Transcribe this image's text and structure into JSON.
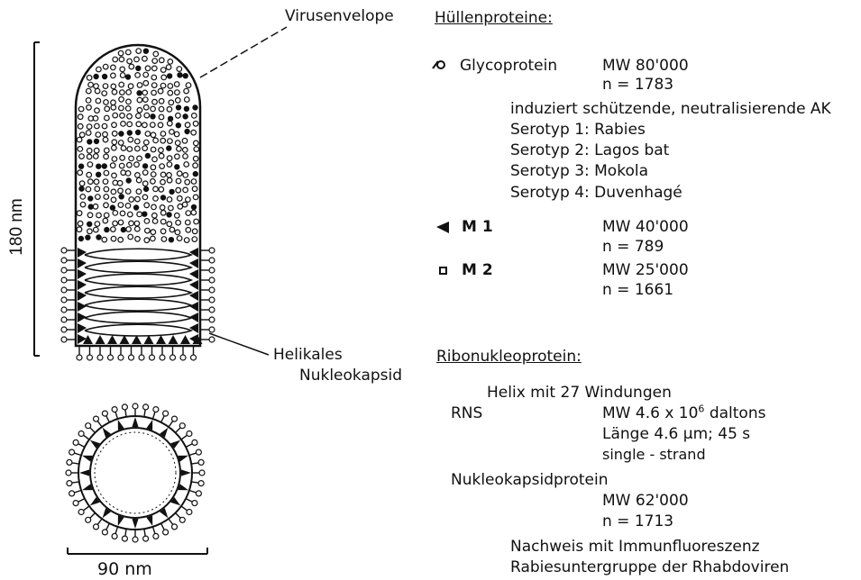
{
  "labels": {
    "virusenvelope": "Virusenvelope",
    "helical_line1": "Helikales",
    "helical_line2": "Nukleokapsid",
    "scale_length": "180 nm",
    "scale_width": "90 nm"
  },
  "envelope_proteins": {
    "heading": "Hüllenproteine:",
    "glycoprotein": {
      "name": "Glycoprotein",
      "mw": "MW 80'000",
      "n": "n = 1783",
      "note": "induziert schützende, neutralisierende AK",
      "serotypes": [
        "Serotyp  1: Rabies",
        "Serotyp  2: Lagos bat",
        "Serotyp  3: Mokola",
        "Serotyp  4: Duvenhagé"
      ]
    },
    "m1": {
      "name": "M 1",
      "mw": "MW  40'000",
      "n": "n = 789"
    },
    "m2": {
      "name": "M 2",
      "mw": "MW  25'000",
      "n": "n = 1661"
    }
  },
  "ribonucleoprotein": {
    "heading": "Ribonukleoprotein:",
    "helix": "Helix mit 27 Windungen",
    "rns_label": "RNS",
    "rns_mw_base": "MW 4.6 x 10",
    "rns_mw_exp": "6",
    "rns_mw_unit": " daltons",
    "rns_length": "Länge 4.6 µm;   45 s",
    "rns_strand": "single - strand",
    "np_label": "Nukleokapsidprotein",
    "np_mw": "MW  62'000",
    "np_n": "n =  1713",
    "detection": "Nachweis mit Immunfluoreszenz",
    "subgroup": "Rabiesuntergruppe der Rhabdoviren"
  },
  "colors": {
    "ink": "#111111",
    "background": "#ffffff"
  },
  "icons": [
    "glycoprotein-icon",
    "m1-triangle-icon",
    "m2-square-icon"
  ]
}
